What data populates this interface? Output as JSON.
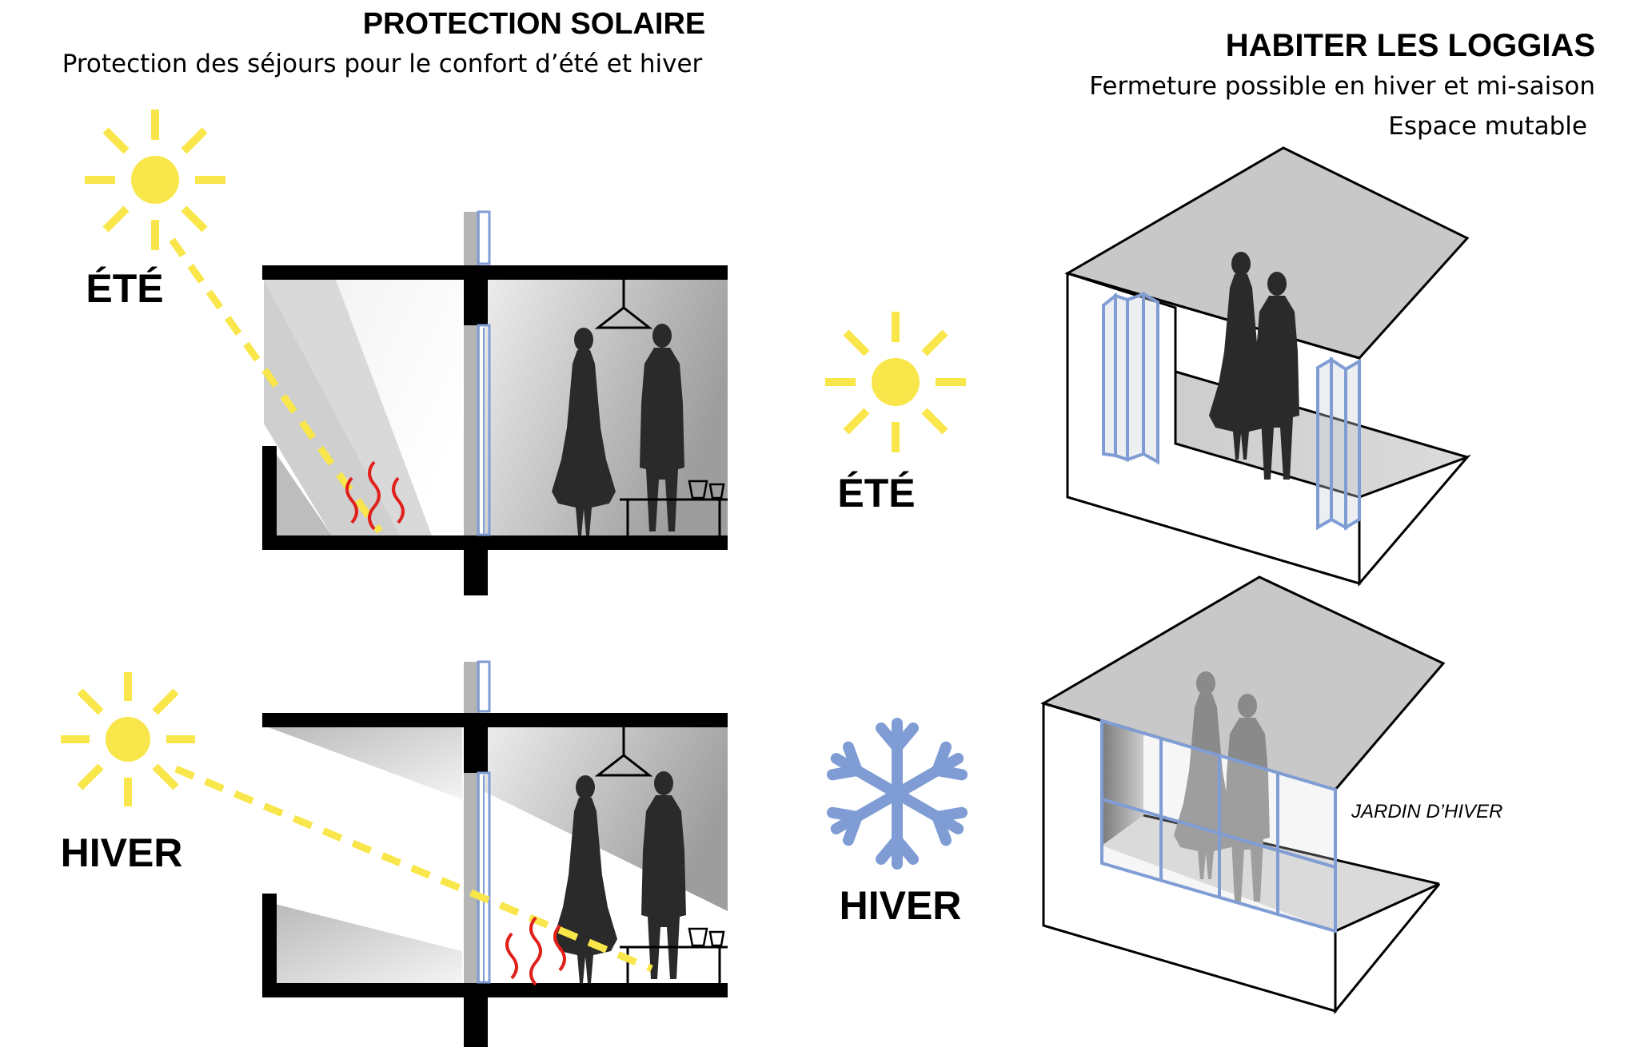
{
  "left_panel": {
    "title": "PROTECTION SOLAIRE",
    "subtitle": "Protection des séjours pour le confort d’été et hiver",
    "summer_label": "ÉTÉ",
    "winter_label": "HIVER"
  },
  "right_panel": {
    "title": "HABITER LES LOGGIAS",
    "subtitle_line1": "Fermeture possible en hiver et mi-saison",
    "subtitle_line2": "Espace mutable",
    "summer_label": "ÉTÉ",
    "winter_label": "HIVER",
    "winter_garden_label": "JARDIN D’HIVER"
  },
  "colors": {
    "sun": "#f9e64a",
    "sun_ray": "#f9e64a",
    "heat": "#e0201b",
    "snowflake": "#7f9dd4",
    "glass": "#7f9dd4",
    "structure": "#000000",
    "roof": "#c8c8c8"
  },
  "icons": {
    "sun": "sun-icon",
    "snowflake": "snowflake-icon",
    "heat": "heat-waves-icon"
  }
}
